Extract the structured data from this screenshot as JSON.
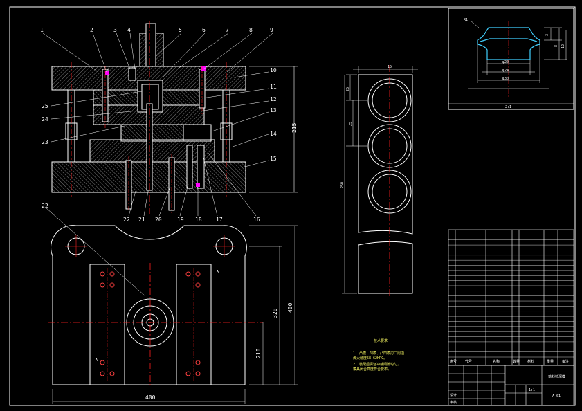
{
  "colors": {
    "background": "#000000",
    "outline": "#ffffff",
    "centerline": "#ff2020",
    "hatch": "#bfbfbf",
    "dimension": "#40c0c0",
    "highlight": "#ff00ff",
    "text": "#ffffff"
  },
  "callouts_top": [
    "1",
    "2",
    "3",
    "4",
    "5",
    "6",
    "7",
    "8",
    "9"
  ],
  "callouts_right": [
    "10",
    "11",
    "12",
    "13",
    "14",
    "15"
  ],
  "callouts_left": [
    "25",
    "24",
    "23"
  ],
  "callouts_bottom": [
    "22",
    "21",
    "20",
    "19",
    "18",
    "17",
    "16"
  ],
  "callout_plan": "22",
  "dims": {
    "main_height": "215",
    "strip_width": "15",
    "strip_pitch": "25",
    "strip_length": "250",
    "plan_height": "400",
    "plan_inner": "320",
    "plan_offset": "210",
    "plan_width": "400",
    "mark_A": "A",
    "part_scale": "2:1",
    "part_d1": "φ20",
    "part_d2": "φ24",
    "part_d3": "φ30",
    "part_h1": "3",
    "part_h2": "8",
    "part_h3": "12",
    "part_r": "R1"
  },
  "tech_notes": {
    "title": "技术要求",
    "line1": "1. 凸模、凹模、凸凹模刃口周边",
    "line1b": "  淬火硬度58-62HRC。",
    "line2": "2. 装配后保证冲裁间隙均匀，",
    "line2b": "  模具闭合高度符合要求。"
  },
  "bom_headers": {
    "no": "序号",
    "code": "代号",
    "name": "名称",
    "qty": "数量",
    "material": "材料",
    "weight": "重量",
    "remark": "备注"
  },
  "title_block": {
    "drawing_name": "落料拉深模",
    "drawing_no": "A-01",
    "scale": "1:1",
    "designer": "设计",
    "checker": "审核"
  }
}
